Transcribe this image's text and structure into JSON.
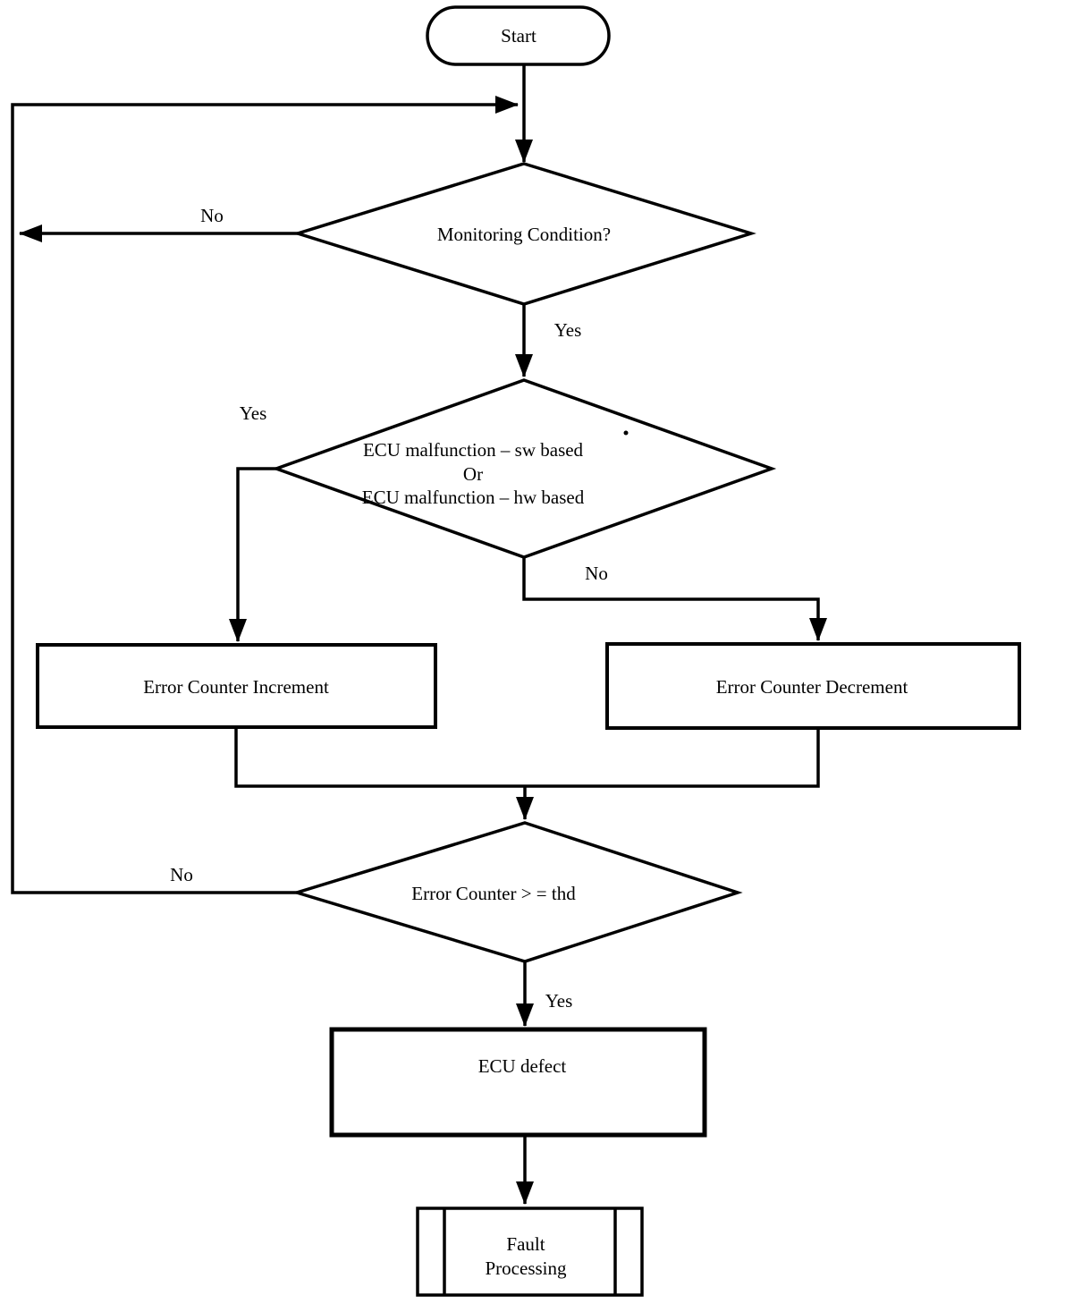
{
  "nodes": {
    "start": {
      "type": "terminator",
      "label": "Start"
    },
    "monitoring_condition": {
      "type": "decision",
      "label": "Monitoring Condition?"
    },
    "ecu_malfunction": {
      "type": "decision",
      "line1": "ECU malfunction – sw based",
      "line2": "Or",
      "line3": "ECU malfunction – hw based"
    },
    "error_counter_increment": {
      "type": "process",
      "label": "Error Counter Increment"
    },
    "error_counter_decrement": {
      "type": "process",
      "label": "Error Counter Decrement"
    },
    "error_counter_threshold": {
      "type": "decision",
      "label": "Error Counter > = thd"
    },
    "ecu_defect": {
      "type": "process",
      "label": "ECU defect"
    },
    "fault_processing": {
      "type": "predefined_process",
      "line1": "Fault",
      "line2": "Processing"
    }
  },
  "edge_labels": {
    "monitoring_no": "No",
    "monitoring_yes": "Yes",
    "malfunction_yes": "Yes",
    "malfunction_no": "No",
    "threshold_no": "No",
    "threshold_yes": "Yes"
  },
  "colors": {
    "stroke": "#000000",
    "background": "#ffffff"
  }
}
